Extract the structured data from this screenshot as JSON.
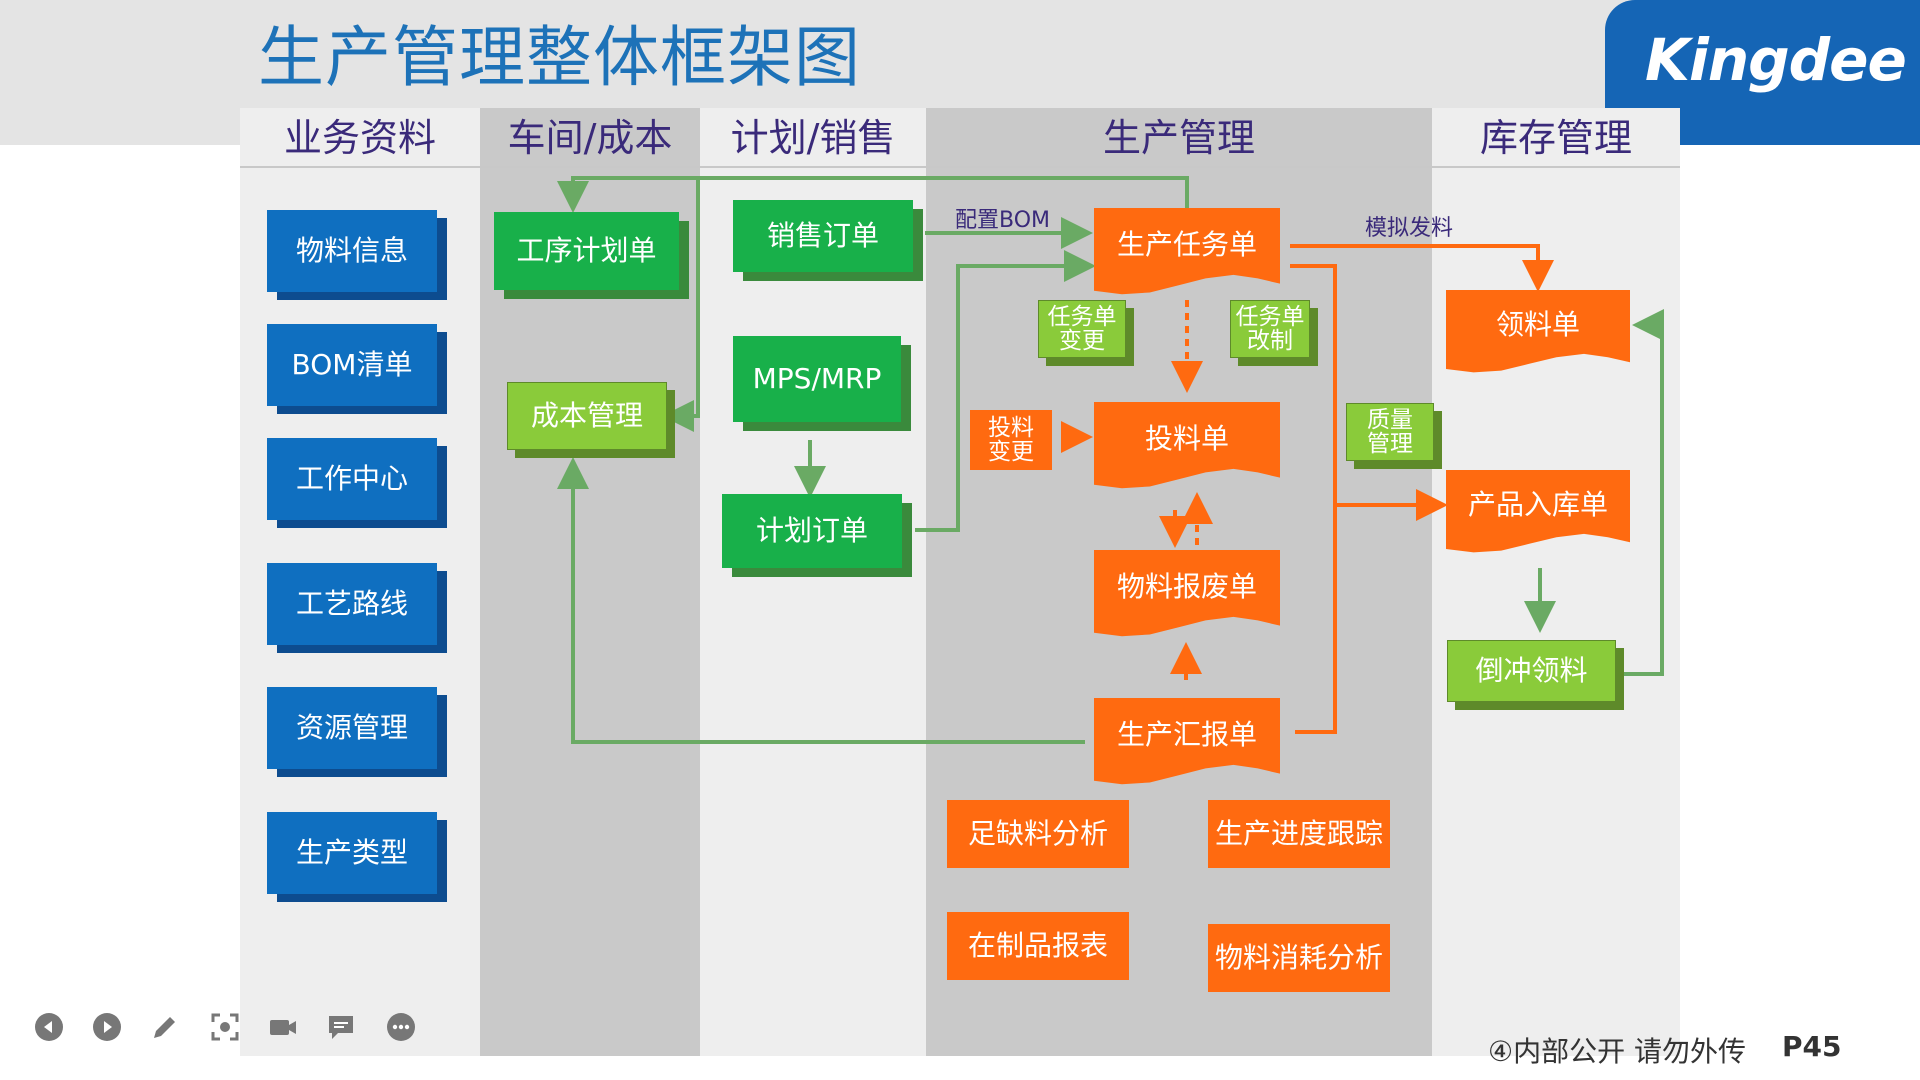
{
  "title": "生产管理整体框架图",
  "logo": "Kingdee",
  "columns": {
    "master_data": "业务资料",
    "workshop_cost": "车间/成本",
    "plan_sales": "计划/销售",
    "production": "生产管理",
    "inventory": "库存管理"
  },
  "master_data_items": [
    "物料信息",
    "BOM清单",
    "工作中心",
    "工艺路线",
    "资源管理",
    "生产类型"
  ],
  "nodes": {
    "process_plan": "工序计划单",
    "cost_mgmt": "成本管理",
    "sales_order": "销售订单",
    "mps_mrp": "MPS/MRP",
    "plan_order": "计划订单",
    "task_order": "生产任务单",
    "task_change": "任务单\n变更",
    "task_revise": "任务单\n改制",
    "feed_change": "投料\n变更",
    "feed_order": "投料单",
    "scrap_order": "物料报废单",
    "prod_report": "生产汇报单",
    "shortage": "足缺料分析",
    "progress": "生产进度跟踪",
    "wip_report": "在制品报表",
    "consumption": "物料消耗分析",
    "pick_order": "领料单",
    "quality": "质量\n管理",
    "stock_in": "产品入库单",
    "backflush": "倒冲领料"
  },
  "edge_labels": {
    "config_bom": "配置BOM",
    "sim_issue": "模拟发料"
  },
  "colors": {
    "blue": "#0f6fc0",
    "green": "#18b04a",
    "light_green": "#8acb3a",
    "orange": "#ff6a10",
    "title": "#1d72b8"
  },
  "player_controls": [
    "prev-icon",
    "next-icon",
    "pen-icon",
    "focus-icon",
    "camera-icon",
    "comment-icon",
    "more-icon"
  ],
  "footer": {
    "notice": "④内部公开 请勿外传",
    "page": "P45"
  }
}
